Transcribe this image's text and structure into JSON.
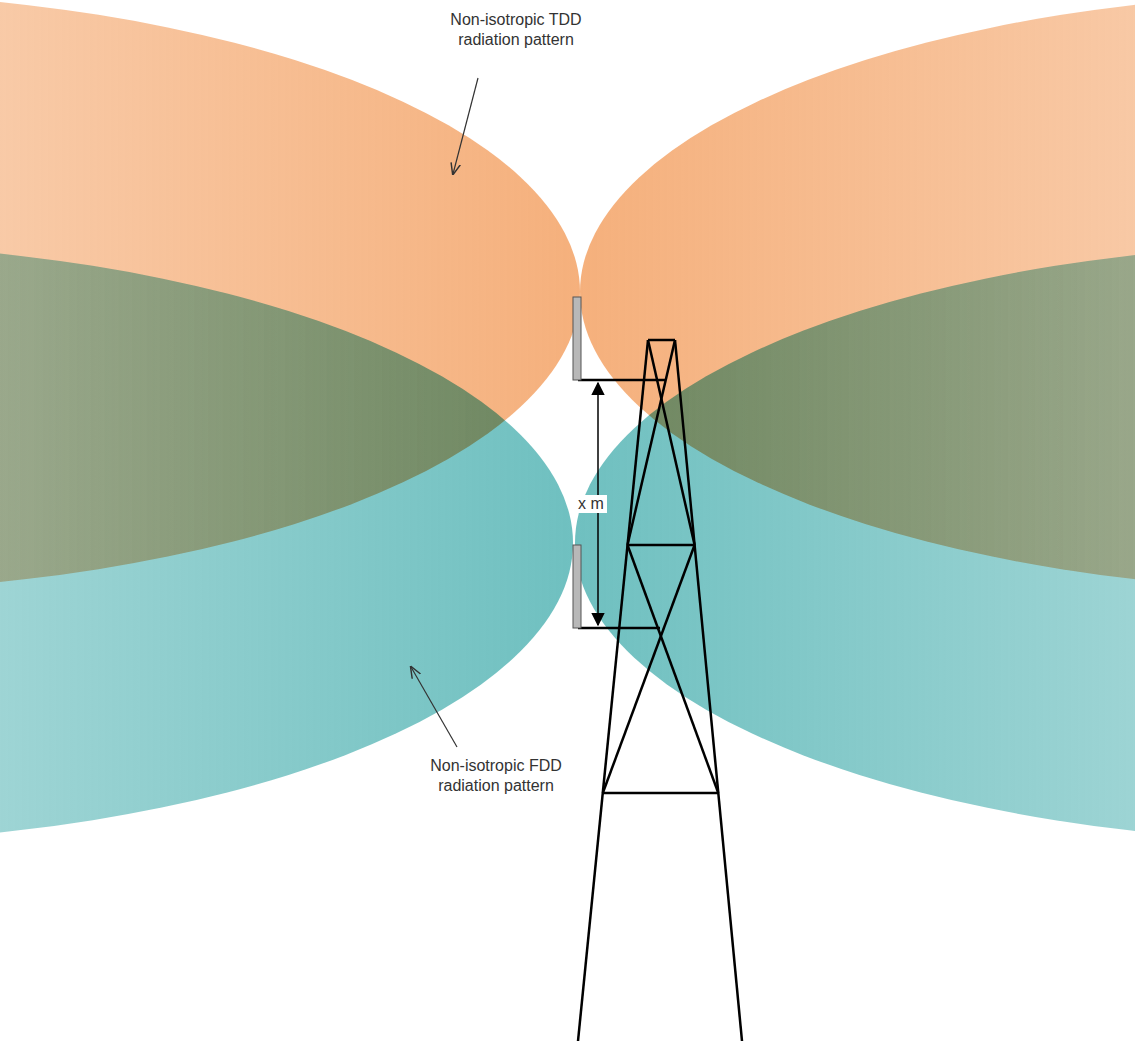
{
  "diagram": {
    "labels": [
      "Non-isotropic TDD radiation pattern",
      "x m",
      "Non-isotropic FDD radiation pattern"
    ]
  }
}
